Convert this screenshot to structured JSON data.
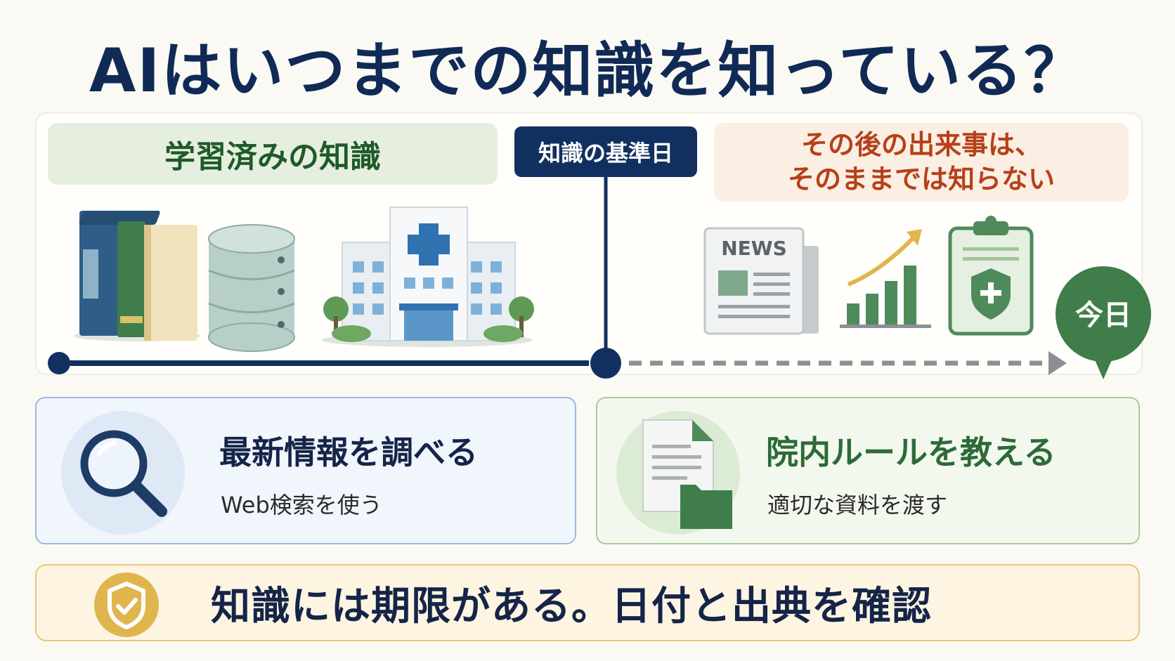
{
  "title": "AIはいつまでの知識を知っている？",
  "timeline": {
    "learned_label": "学習済みの知識",
    "cutoff_label": "知識の基準日",
    "after_line1": "その後の出来事は、",
    "after_line2": "そのままでは知らない",
    "today_label": "今日",
    "news_label": "NEWS"
  },
  "cards": {
    "search": {
      "title": "最新情報を調べる",
      "subtitle": "Web検索を使う",
      "icon": "magnifier-icon"
    },
    "rules": {
      "title": "院内ルールを教える",
      "subtitle": "適切な資料を渡す",
      "icon": "document-folder-icon"
    }
  },
  "bottom": {
    "message": "知識には期限がある。日付と出典を確認",
    "icon": "shield-check-icon"
  },
  "colors": {
    "navy": "#102a55",
    "green": "#3f7d4a",
    "orange": "#b6401a",
    "gold": "#e0b54e"
  }
}
